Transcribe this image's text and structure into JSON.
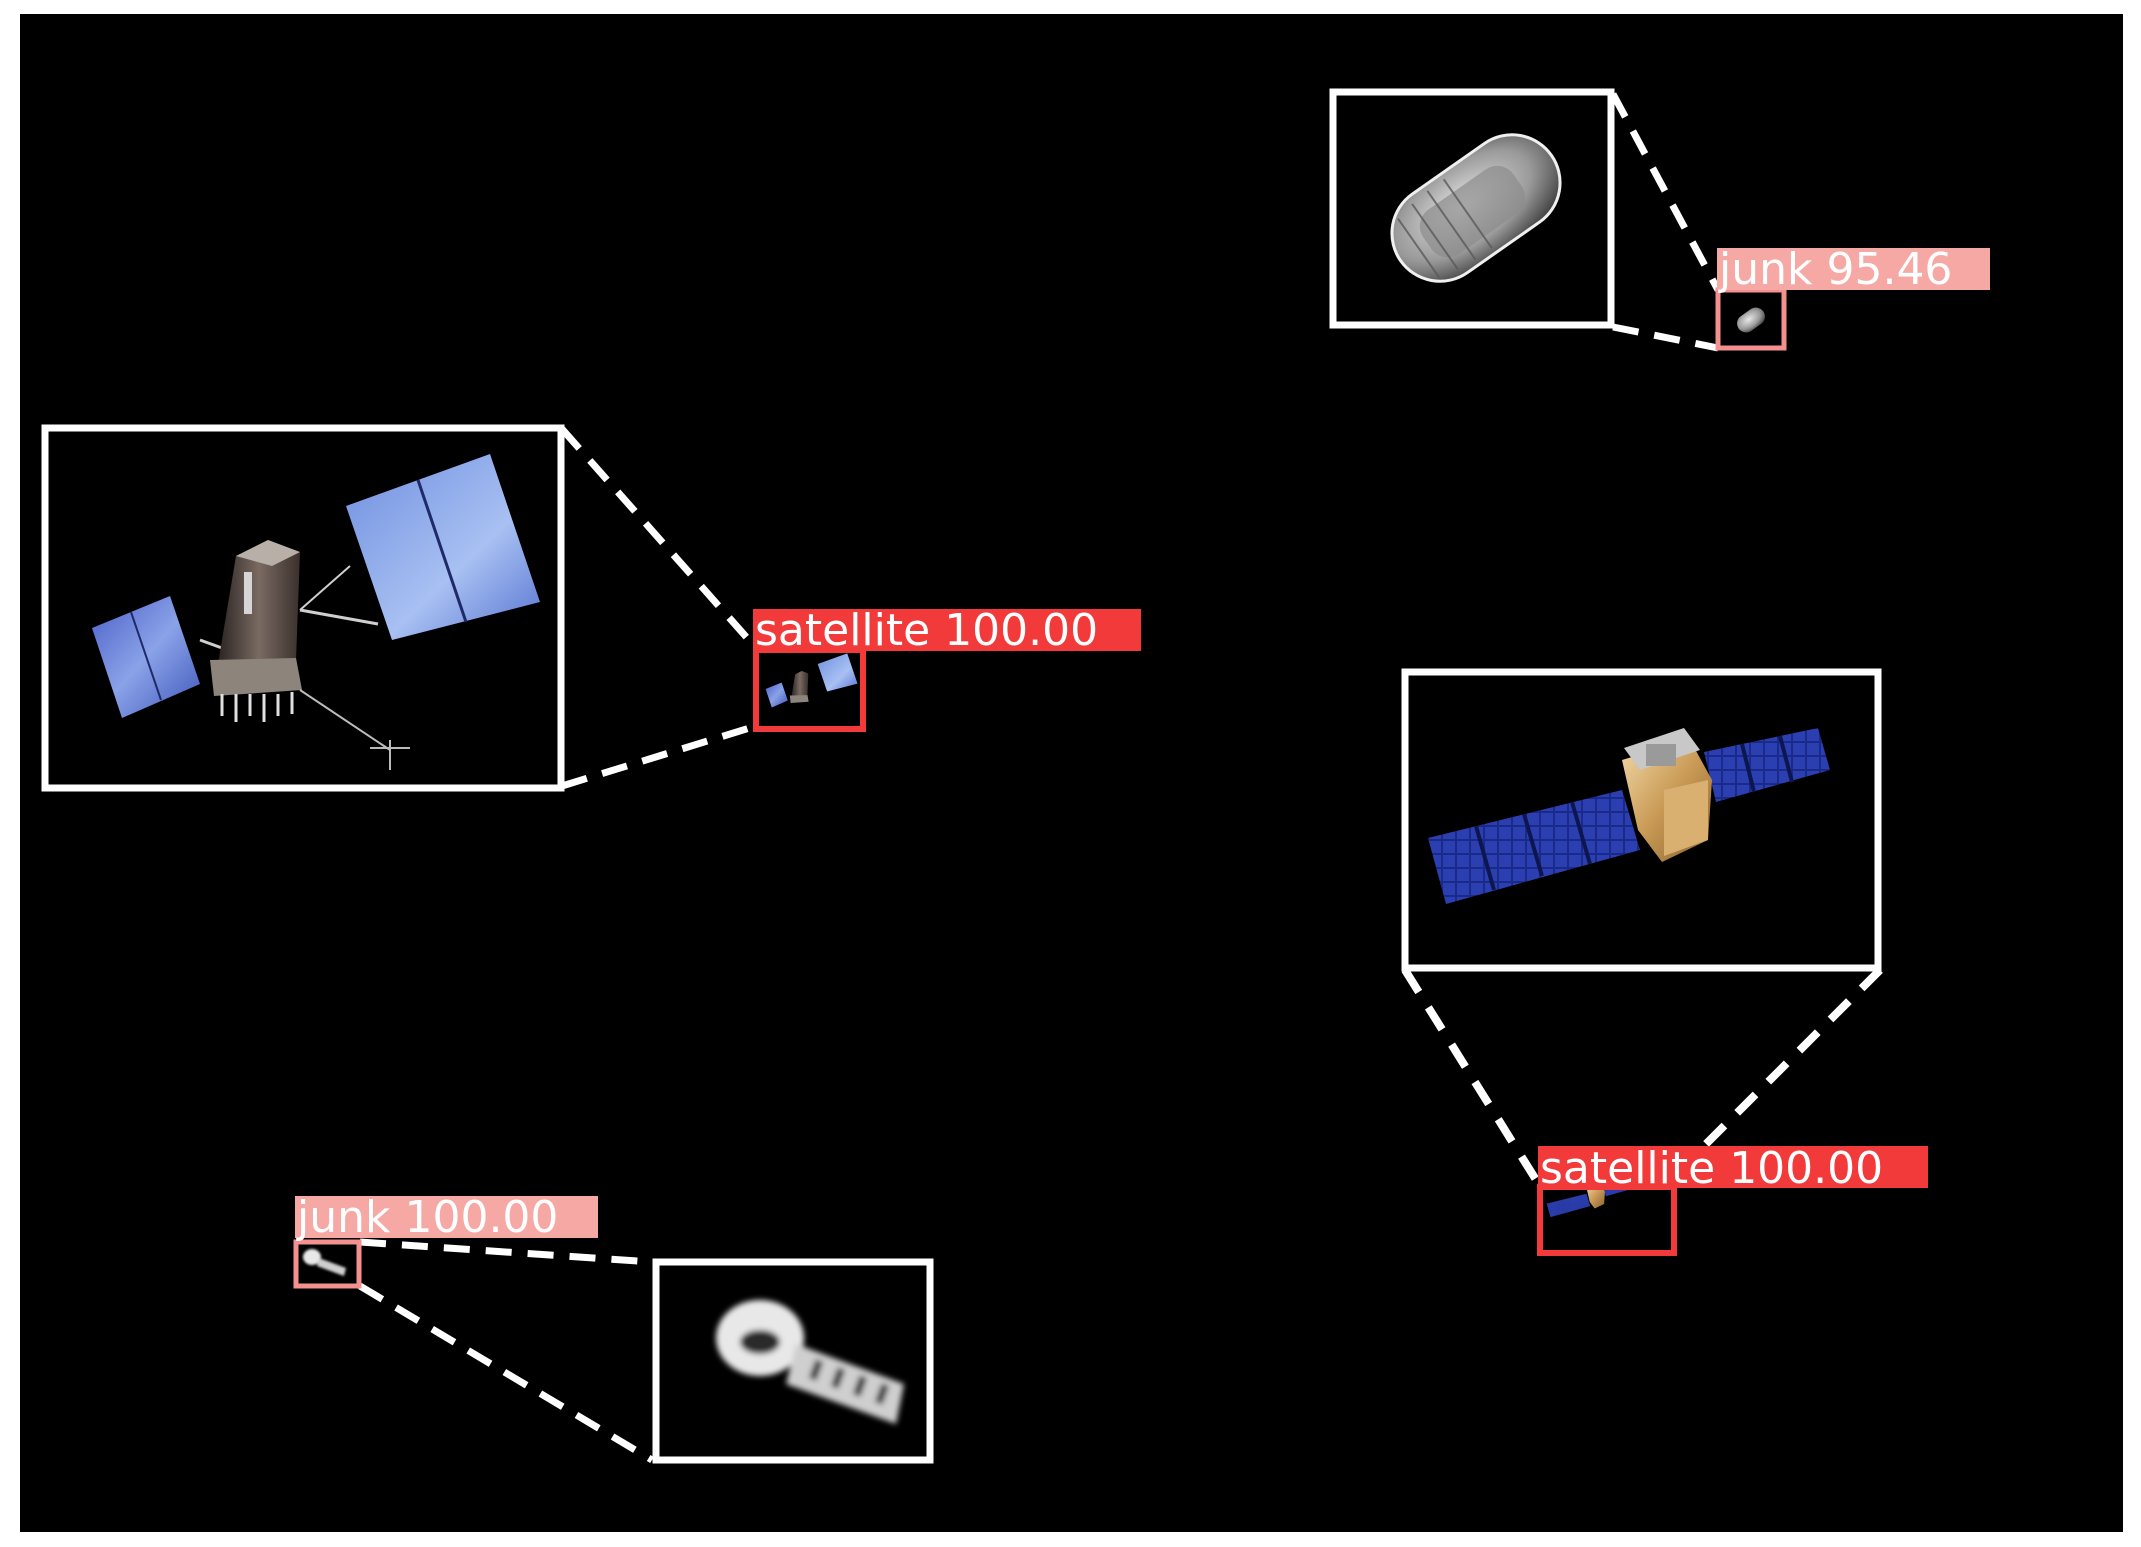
{
  "scene": {
    "background": "#000000",
    "frame_color": "#ffffff",
    "callout_color": "#ffffff"
  },
  "detections": [
    {
      "class": "satellite",
      "score": "100.00",
      "label": "satellite 100.00",
      "box_color": "#f23a3a",
      "label_bg": "#f23a3a",
      "label_fg": "#ffffff"
    },
    {
      "class": "junk",
      "score": "95.46",
      "label": "junk 95.46",
      "box_color": "#f4908e",
      "label_bg": "#f6a8a4",
      "label_fg": "#ffffff"
    },
    {
      "class": "satellite",
      "score": "100.00",
      "label": "satellite 100.00",
      "box_color": "#f23a3a",
      "label_bg": "#f23a3a",
      "label_fg": "#ffffff"
    },
    {
      "class": "junk",
      "score": "100.00",
      "label": "junk 100.00",
      "box_color": "#f4908e",
      "label_bg": "#f6a8a4",
      "label_fg": "#ffffff"
    }
  ],
  "icons": {
    "gps_satellite": "satellite-render-icon",
    "comm_satellite": "satellite-render-icon",
    "capsule_debris": "debris-capsule-icon",
    "key_debris": "debris-key-icon"
  }
}
